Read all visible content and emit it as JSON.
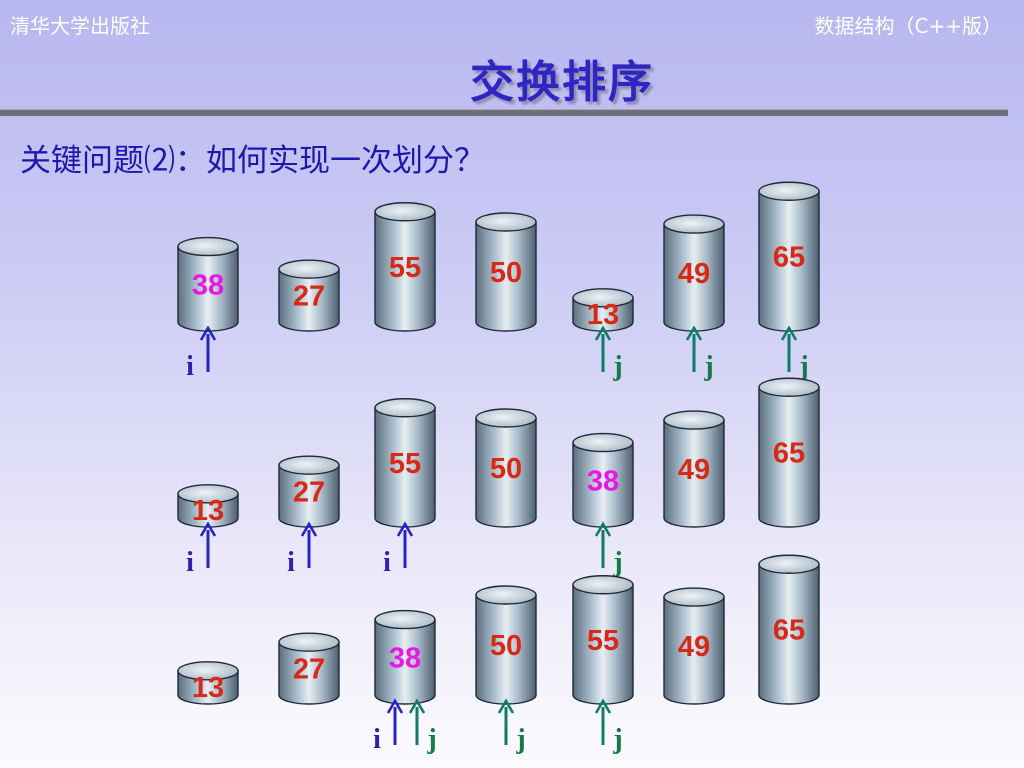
{
  "header": {
    "publisher": "清华大学出版社",
    "book_title": "数据结构（C++版）"
  },
  "slide": {
    "title": "交换排序",
    "subtitle": "关键问题⑵：如何实现一次划分？"
  },
  "colors": {
    "pivot_number": "#e817e3",
    "number": "#d82817",
    "i_arrow": "#2424c7",
    "j_arrow": "#0f7c6a",
    "i_letter": "#2d20b5",
    "j_letter": "#147a48"
  },
  "rows": [
    {
      "values": [
        38,
        27,
        55,
        50,
        13,
        49,
        65
      ],
      "pivot_index": 0,
      "pointers": [
        {
          "label": "i",
          "at": 0
        },
        {
          "label": "j",
          "at": 4
        },
        {
          "label": "j",
          "at": 5
        },
        {
          "label": "j",
          "at": 6
        }
      ]
    },
    {
      "values": [
        13,
        27,
        55,
        50,
        38,
        49,
        65
      ],
      "pivot_index": 4,
      "pointers": [
        {
          "label": "i",
          "at": 0
        },
        {
          "label": "i",
          "at": 1
        },
        {
          "label": "i",
          "at": 2
        },
        {
          "label": "j",
          "at": 4
        }
      ]
    },
    {
      "values": [
        13,
        27,
        38,
        50,
        55,
        49,
        65
      ],
      "pivot_index": 2,
      "pointers": [
        {
          "label": "i",
          "at": 2
        },
        {
          "label": "j",
          "at": 2
        },
        {
          "label": "j",
          "at": 3
        },
        {
          "label": "j",
          "at": 4
        }
      ]
    }
  ]
}
